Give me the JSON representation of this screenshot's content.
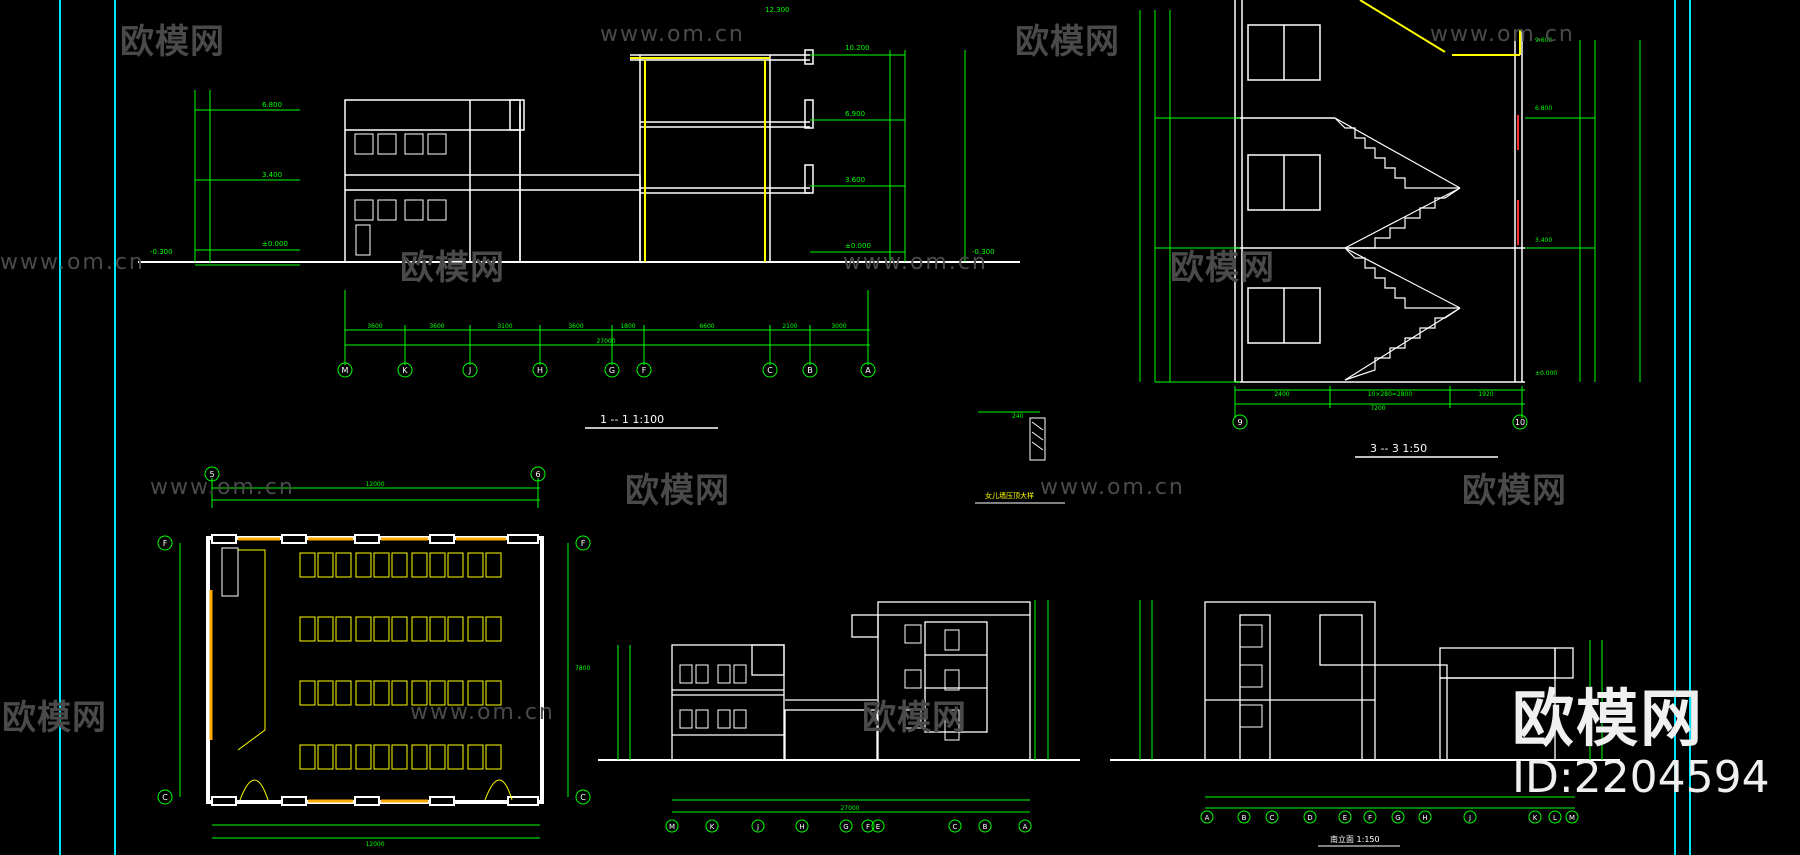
{
  "watermark": {
    "brand": "欧模网",
    "url": "www.om.cn"
  },
  "branding": {
    "big": "欧模网",
    "id": "ID:2204594"
  },
  "colors": {
    "line": "#ffffff",
    "dim": "#00ff00",
    "accent": "#ffff00",
    "frame": "#00e5ff",
    "red": "#ff3030"
  },
  "section11": {
    "title": "1 -- 1   1:100",
    "axes": [
      "M",
      "K",
      "J",
      "H",
      "G",
      "F",
      "C",
      "B",
      "A"
    ],
    "dims": [
      "3600",
      "3600",
      "3100",
      "3600",
      "1800",
      "6600",
      "2100",
      "3000"
    ],
    "total": "27000",
    "levels": [
      "12.300",
      "10.200",
      "6.900",
      "3.600",
      "±0.000",
      "-0.300"
    ],
    "left_levels": [
      "6.800",
      "3.400",
      "±0.000",
      "-0.300"
    ]
  },
  "section33": {
    "title": "3 -- 3   1:50",
    "axes": [
      "9",
      "10"
    ],
    "dims": [
      "2400",
      "10×280=2800",
      "1920"
    ],
    "total": "7200",
    "levels": [
      "9.600",
      "6.800",
      "3.400",
      "±0.000"
    ]
  },
  "detail": {
    "title": "女儿墙压顶大样",
    "dim": "240"
  },
  "plan": {
    "axes_top": [
      "5",
      "6"
    ],
    "axes_side": [
      "F",
      "C"
    ],
    "total": "12000",
    "depth": "7800"
  },
  "elevation_front": {
    "axes": [
      "M",
      "K",
      "J",
      "H",
      "G",
      "F",
      "E",
      "C",
      "B",
      "A"
    ],
    "total": "27000"
  },
  "elevation_side": {
    "title": "南立面 1:150",
    "axes": [
      "A",
      "B",
      "C",
      "D",
      "E",
      "F",
      "G",
      "H",
      "J",
      "K",
      "L",
      "M"
    ]
  }
}
